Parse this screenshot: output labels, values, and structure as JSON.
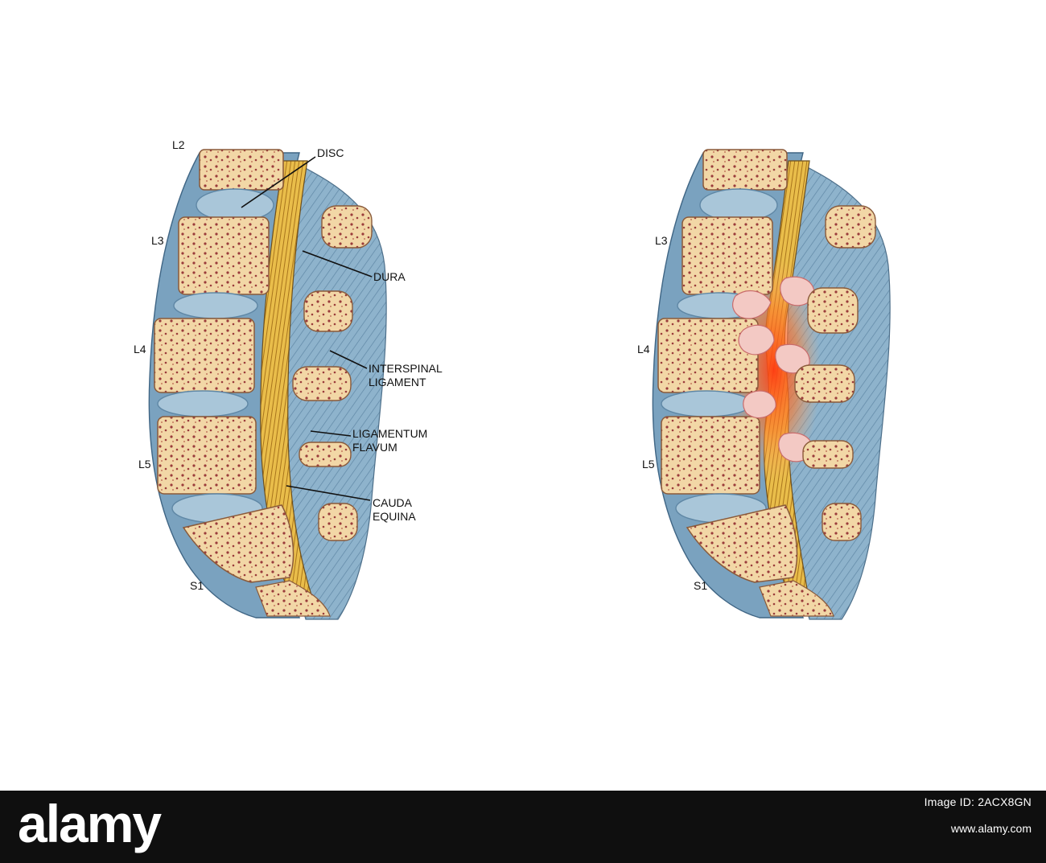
{
  "diagram": {
    "normal": {
      "vertebra_labels": [
        "L2",
        "L3",
        "L4",
        "L5",
        "S1"
      ],
      "callouts": {
        "disc": "DISC",
        "dura": "DURA",
        "interspinal_1": "INTERSPINAL",
        "interspinal_2": "LIGAMENT",
        "flavum_1": "LIGAMENTUM",
        "flavum_2": "FLAVUM",
        "cauda_1": "CAUDA",
        "cauda_2": "EQUINA"
      }
    },
    "stenosis": {
      "vertebra_labels": [
        "L3",
        "L4",
        "L5",
        "S1"
      ]
    },
    "colors": {
      "bone": "#f2d7a6",
      "marrow": "#9a3b3b",
      "disc": "#a9c6d9",
      "ligament": "#6f97b4",
      "nerve": "#e7b437",
      "inflammation": "#ff5a1f"
    }
  },
  "footer": {
    "brand": "alamy",
    "image_id": "Image ID: 2ACX8GN",
    "url": "www.alamy.com"
  }
}
